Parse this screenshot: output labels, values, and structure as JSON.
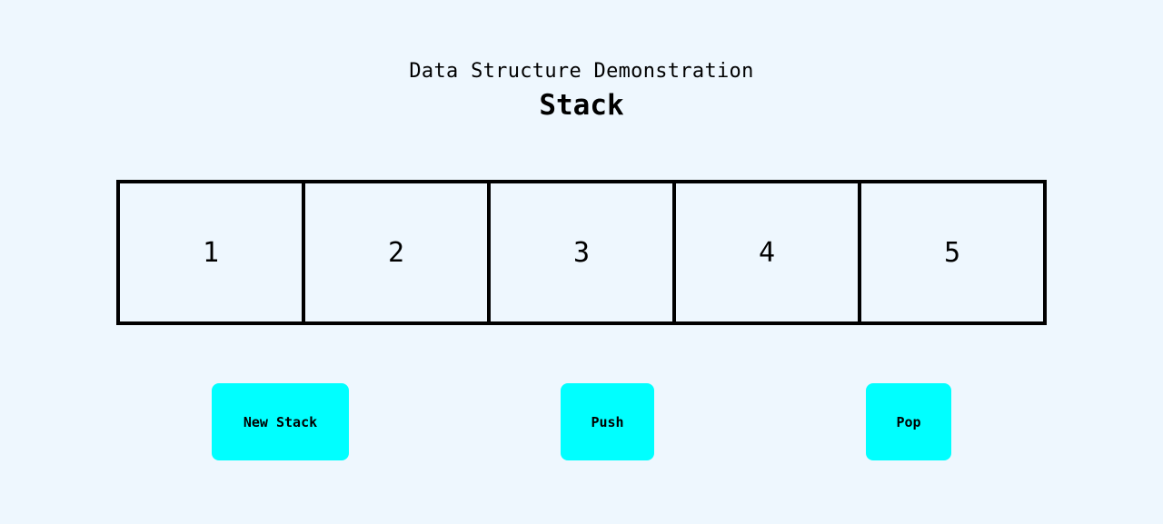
{
  "header": {
    "subtitle": "Data Structure Demonstration",
    "title": "Stack"
  },
  "stack": {
    "items": [
      "1",
      "2",
      "3",
      "4",
      "5"
    ]
  },
  "buttons": {
    "new_stack": "New Stack",
    "push": "Push",
    "pop": "Pop"
  },
  "colors": {
    "background": "#eef7fe",
    "button": "#00ffff"
  }
}
